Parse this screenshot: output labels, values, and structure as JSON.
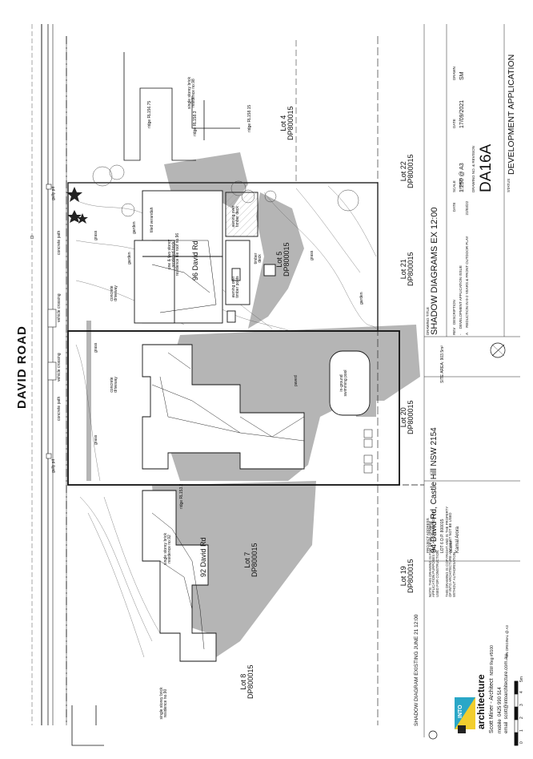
{
  "road": {
    "name": "DAVID ROAD",
    "kerb_labels": [
      "concrete path",
      "vehicle crossing",
      "gully pit",
      "concrete path",
      "vehicle crossing",
      "gully pit"
    ]
  },
  "lots": {
    "lot4": {
      "lot": "Lot 4",
      "dp": "DP800015"
    },
    "lot22": {
      "lot": "Lot 22",
      "dp": "DP800015"
    },
    "lot21": {
      "lot": "Lot 21",
      "dp": "DP800015"
    },
    "lot5": {
      "lot": "Lot 5",
      "dp": "DP800015"
    },
    "lot20": {
      "lot": "Lot 20",
      "dp": "DP800015"
    },
    "lot19": {
      "lot": "Lot 19",
      "dp": "DP800015"
    },
    "lot7": {
      "lot": "Lot 7",
      "dp": "DP800015"
    },
    "lot8": {
      "lot": "Lot 8",
      "dp": "DP800015"
    }
  },
  "houses": {
    "no98": "single storey brick residence no.98",
    "no96": "96 David Rd",
    "no96_desc": "one & two storey rendered brick residence tile roof no.96",
    "no92": "92 David Rd",
    "no92_desc": "single storey brick residence no.92",
    "no90": "single storey brick residence no.90"
  },
  "site_labels": {
    "grass1": "grass",
    "grass2": "grass",
    "grass3": "grass",
    "grass4": "grass",
    "garden1": "garden",
    "garden2": "garden",
    "garden3": "garden",
    "driveway1": "concrete driveway",
    "driveway2": "concrete driveway",
    "paved": "paved",
    "pool": "in-ground swimming pool",
    "tiled_verandah": "tiled verandah",
    "awning": "awning over timber deck",
    "deck": "timber deck",
    "awning2": "awning over timber posts",
    "ridge1": "ridge RL156.75",
    "ridge2": "ridge RL158.3",
    "ridge3": "ridge RL158.15",
    "ridge4": "ridge RL153.2"
  },
  "diagram_caption": "SHADOW DIAGRAM EXISTING JUNE 21 12:00",
  "scale_bar": {
    "ticks": [
      "0",
      "1",
      "2",
      "3",
      "4",
      "5m"
    ],
    "note": "ON ORIGINAL @ A3"
  },
  "notes": {
    "note1": "NOTE: THIS DRAWING IS FOR DEVELOPMENT APPLICATION PURPOSES ONLY AND SHALL NOT BE USED FOR CONSTRUCTION.",
    "note2": "THIS DRAWING IS COPYRIGHT AND IS THE PROPERTY OF INTO ARCHITECTURE AND MUST NOT BE USED WITHOUT AUTHORISATION."
  },
  "firm": {
    "logo_top": "INTO",
    "logo_word": "architecture",
    "architect": "Scott Miner - Architect",
    "reg": "NSW Reg #9100",
    "mobile_label": "mobile",
    "mobile": "0425 990 514",
    "email_label": "email",
    "email": "scott@intoarchitecture.com.au"
  },
  "project": {
    "address_label": "PROJECT ADDRESS",
    "address": "94 David Rd, Castle Hill NSW 2154",
    "lot": "LOT 6 D.P. 800015",
    "site_area": "SITE AREA: 903.5m²",
    "client_label": "CLIENT",
    "client": "Kamal Arora"
  },
  "drawing": {
    "title_label": "DRAWING TITLE",
    "title": "SHADOW DIAGRAMS EX 12:00",
    "scale_label": "SCALE",
    "scale": "1:250 @ A3",
    "date_label": "DATE",
    "date": "17/09/2021",
    "drawn_label": "DRAWN",
    "drawn": "SM",
    "number_label": "DRAWING NO. & REVISION",
    "number": "DA16A",
    "status_label": "STATUS",
    "status": "DEVELOPMENT APPLICATION"
  },
  "revisions": {
    "headers": [
      "REV",
      "DESCRIPTION",
      "DATE"
    ],
    "rows": [
      [
        "-",
        "DEVELOPMENT APPLICATION ISSUE",
        "17/09/21"
      ],
      [
        "A",
        "REDUCTION IN 0-2 YEARS & FRONT OUTDOOR PLAY",
        "22/03/22"
      ]
    ]
  }
}
